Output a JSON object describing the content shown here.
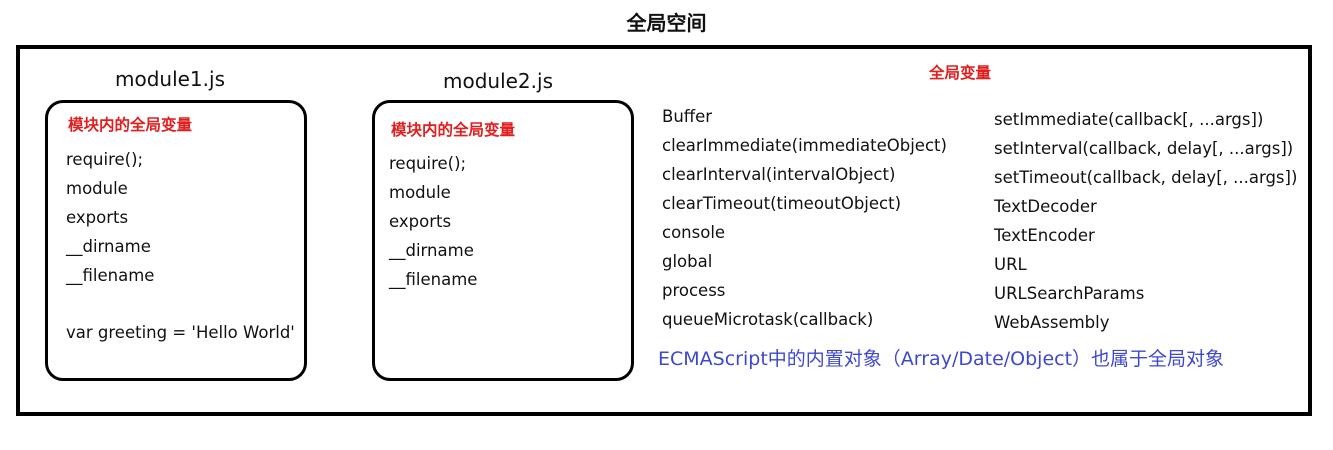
{
  "title": "全局空间",
  "colors": {
    "accent_red": "#e02020",
    "note_blue": "#3f48cc",
    "stroke": "#000000"
  },
  "modules": [
    {
      "name": "module1.js",
      "heading": "模块内的全局变量",
      "items": [
        "require();",
        "module",
        "exports",
        "__dirname",
        "__filename"
      ],
      "extra": "var greeting = 'Hello World'"
    },
    {
      "name": "module2.js",
      "heading": "模块内的全局变量",
      "items": [
        "require();",
        "module",
        "exports",
        "__dirname",
        "__filename"
      ]
    }
  ],
  "globals": {
    "heading": "全局变量",
    "left_column": [
      "Buffer",
      "clearImmediate(immediateObject)",
      "clearInterval(intervalObject)",
      "clearTimeout(timeoutObject)",
      "console",
      "global",
      "process",
      "queueMicrotask(callback)"
    ],
    "right_column": [
      "setImmediate(callback[, ...args])",
      "setInterval(callback, delay[, ...args])",
      "setTimeout(callback, delay[, ...args])",
      "TextDecoder",
      "TextEncoder",
      "URL",
      "URLSearchParams",
      "WebAssembly"
    ]
  },
  "note": "ECMAScript中的内置对象（Array/Date/Object）也属于全局对象"
}
